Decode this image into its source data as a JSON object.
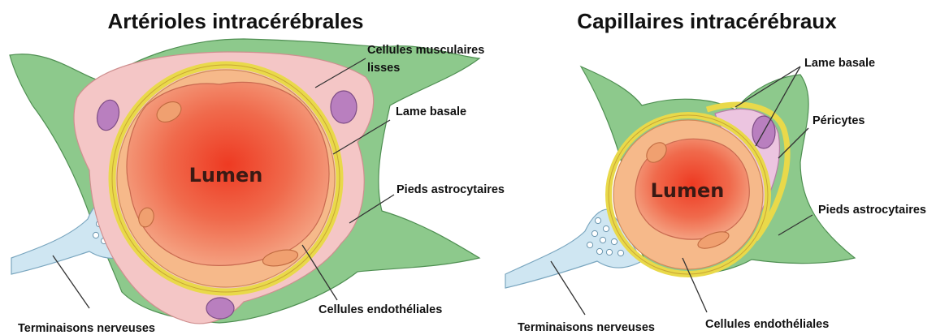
{
  "panels": [
    {
      "title": "Artérioles intracérébrales",
      "lumen": "Lumen",
      "labels": {
        "muscle_line1": "Cellules musculaires",
        "muscle_line2": "lisses",
        "basal": "Lame basale",
        "astro": "Pieds astrocytaires",
        "endo": "Cellules endothéliales",
        "nerve": "Terminaisons nerveuses"
      }
    },
    {
      "title": "Capillaires intracérébraux",
      "lumen": "Lumen",
      "labels": {
        "basal": "Lame basale",
        "pericytes": "Péricytes",
        "astro": "Pieds astrocytaires",
        "endo": "Cellules endothéliales",
        "nerve": "Terminaisons nerveuses"
      }
    }
  ],
  "colors": {
    "astrocyte": "#8dc98c",
    "astrocyte_edge": "#4f8f52",
    "smooth_muscle": "#f4c6c6",
    "basal_lamina": "#f2ea6a",
    "endothelium": "#f6b98a",
    "lumen_center": "#ef3a22",
    "lumen_edge": "#f08a6a",
    "nucleus": "#b97fbf",
    "nerve": "#cfe6f2",
    "pericyte": "#ecc5e0"
  }
}
